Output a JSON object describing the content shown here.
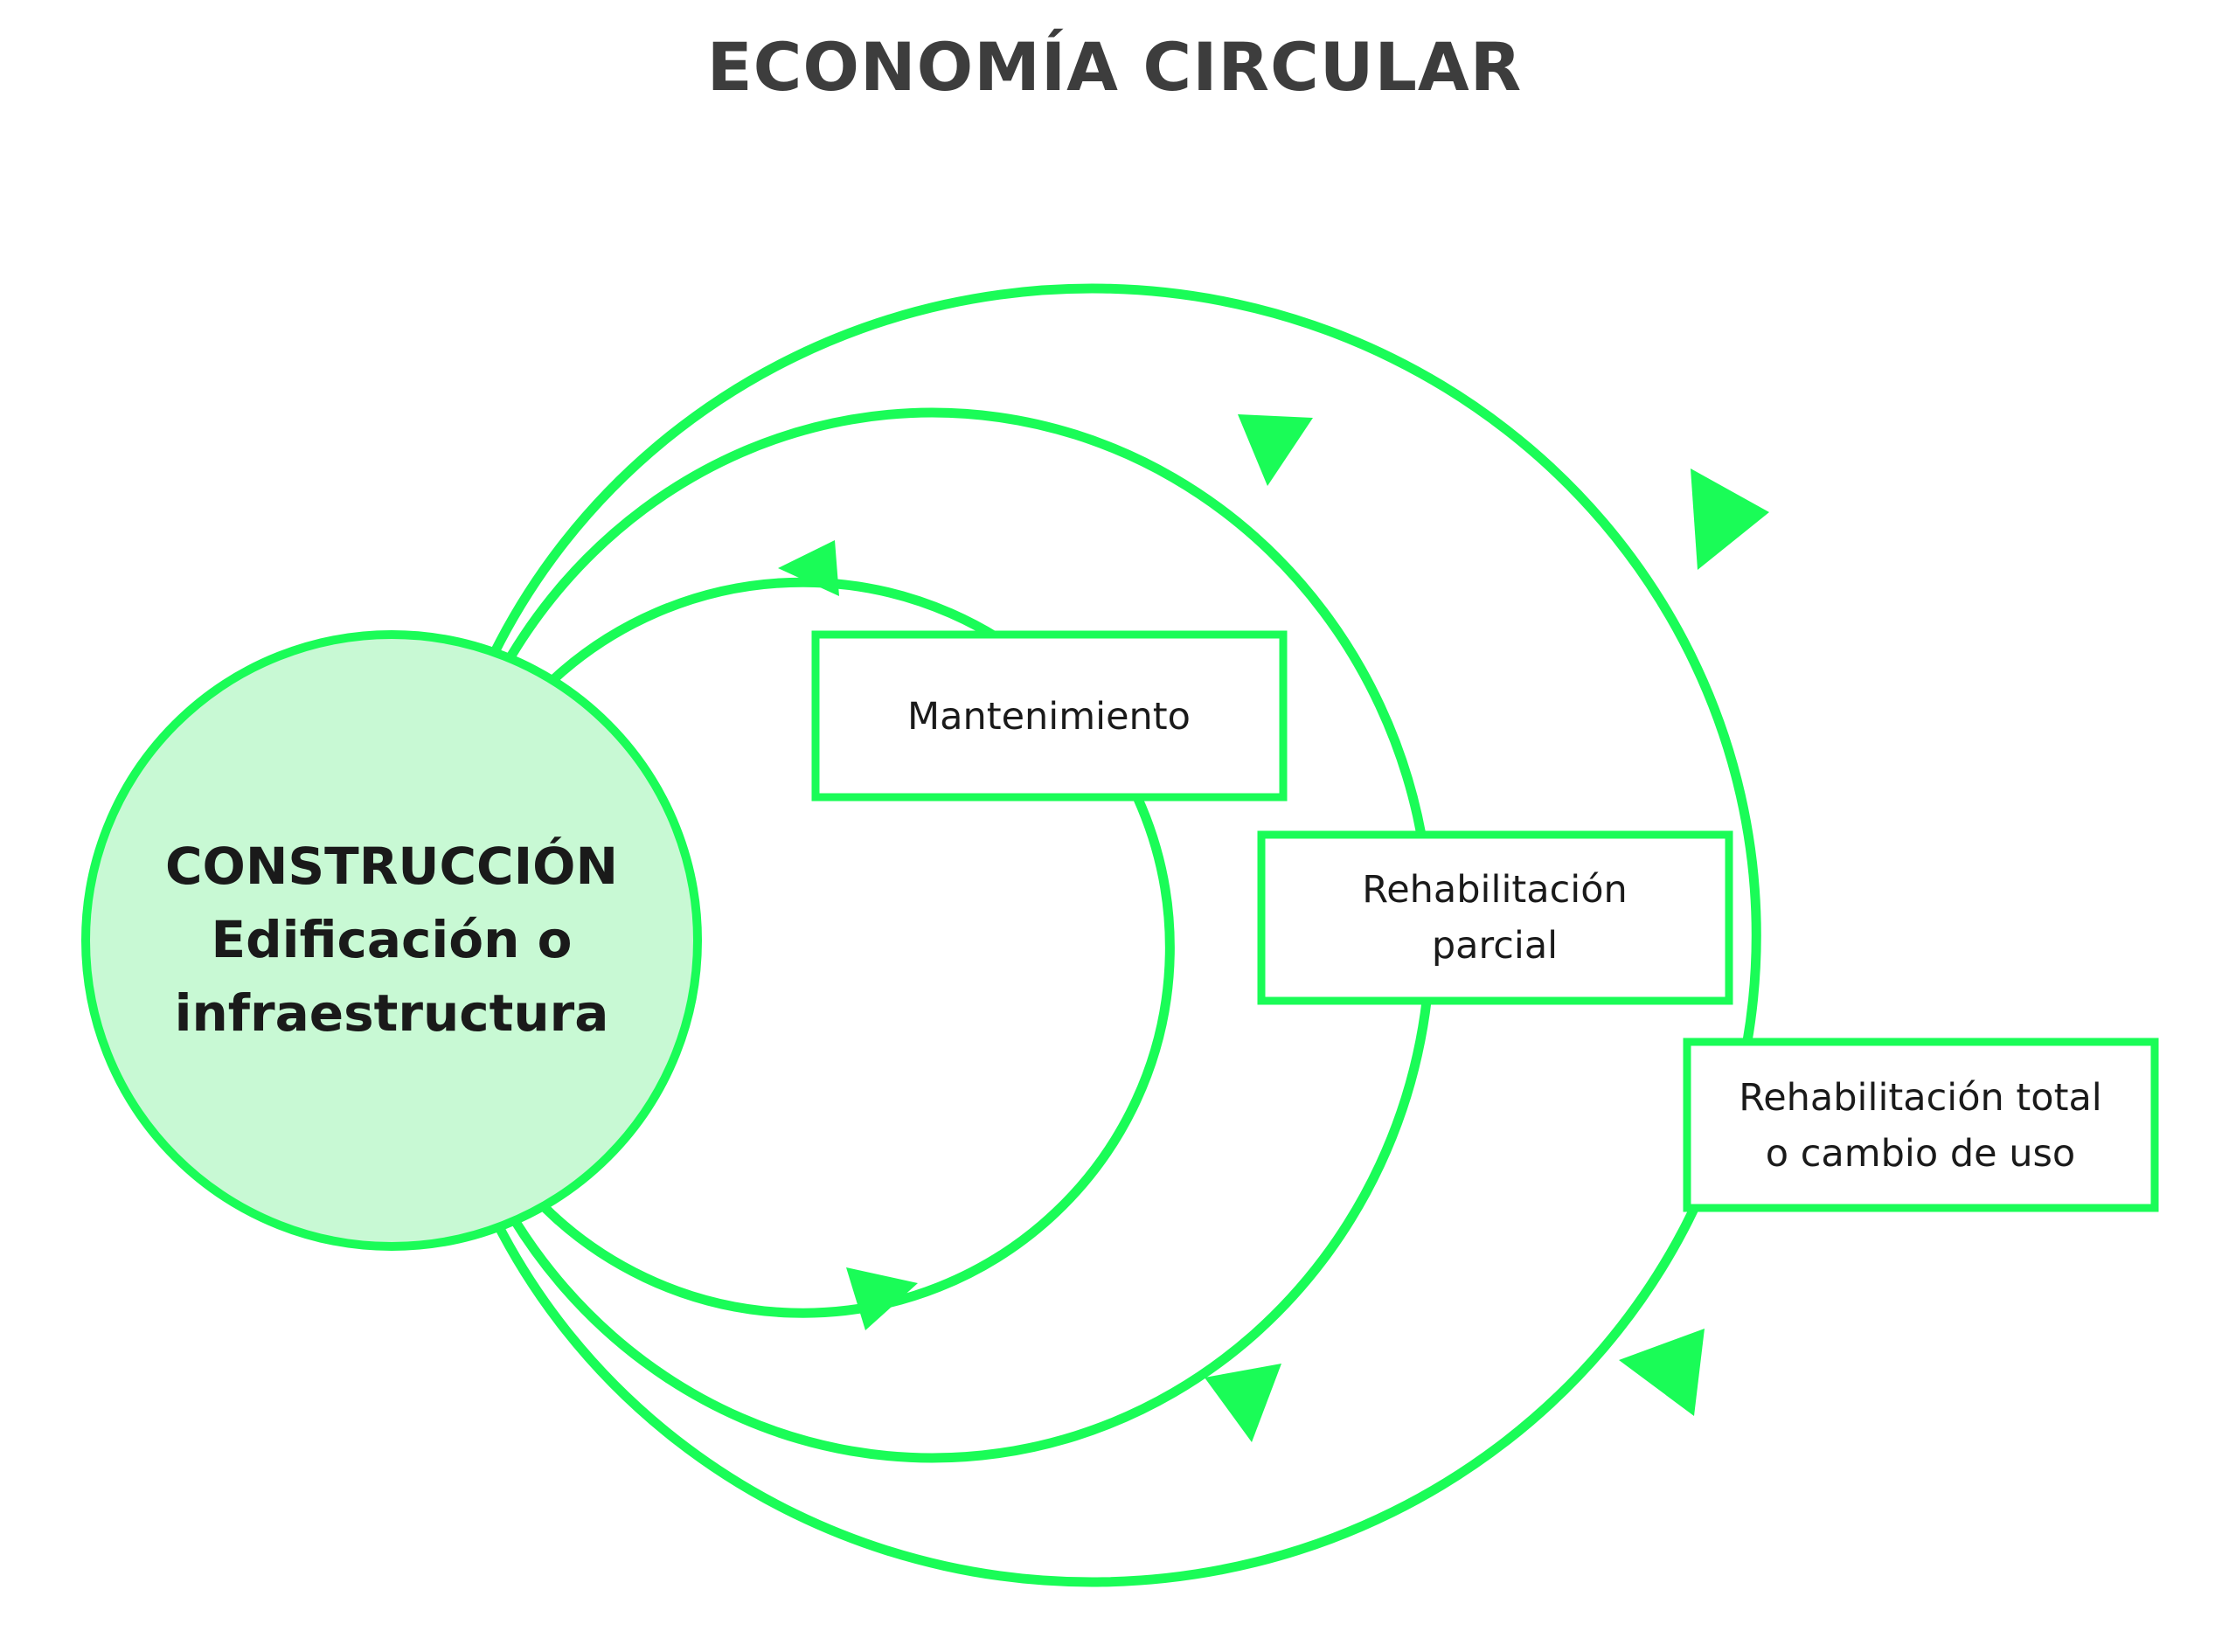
{
  "title": "ECONOMÍA CIRCULAR",
  "colors": {
    "accent": "#1afc57",
    "center_fill": "#c8f9d4",
    "box_fill": "#ffffff",
    "text": "#1a1a1a",
    "title_text": "#3d3d3d"
  },
  "center_node": {
    "line1": "CONSTRUCCIÓN",
    "line2": "Edificación o",
    "line3": "infraestructura"
  },
  "loops": [
    {
      "label_line1": "Mantenimiento",
      "label_line2": ""
    },
    {
      "label_line1": "Rehabilitación",
      "label_line2": "parcial"
    },
    {
      "label_line1": "Rehabilitación total",
      "label_line2": "o cambio de uso"
    }
  ]
}
